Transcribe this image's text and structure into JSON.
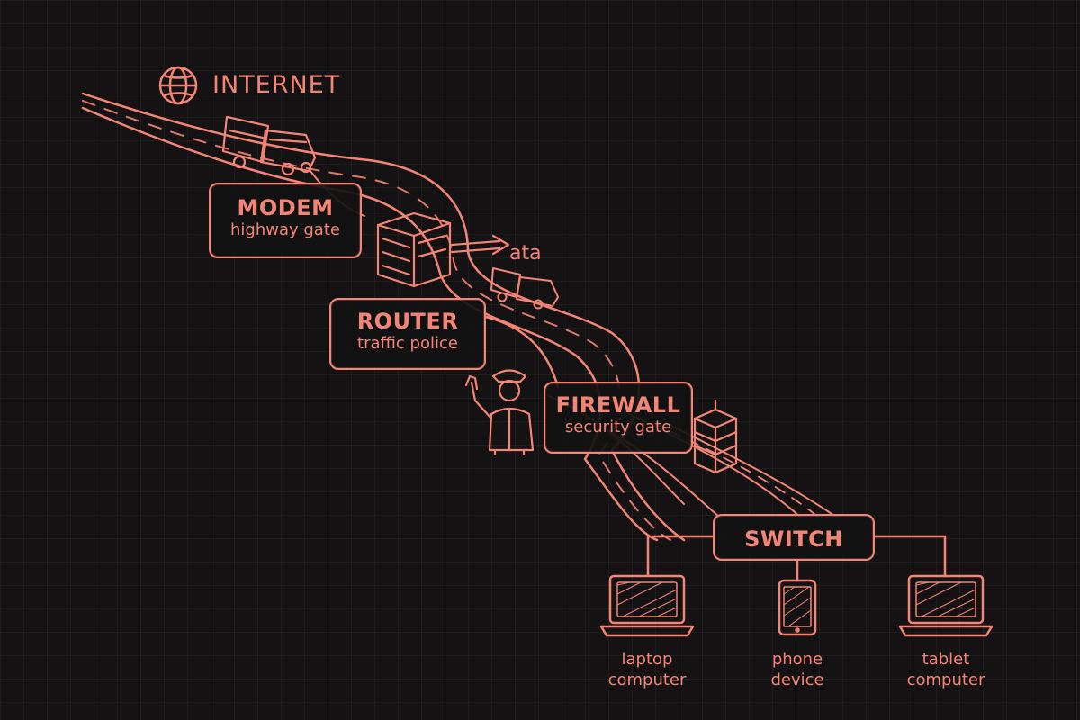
{
  "internet": {
    "label": "INTERNET"
  },
  "modem": {
    "title": "MODEM",
    "subtitle": "highway gate"
  },
  "data_label": "ata",
  "router": {
    "title": "ROUTER",
    "subtitle": "traffic police"
  },
  "firewall": {
    "title": "FIREWALL",
    "subtitle": "security gate"
  },
  "switch": {
    "title": "SWITCH"
  },
  "devices": [
    {
      "line1": "laptop",
      "line2": "computer"
    },
    {
      "line1": "phone",
      "line2": "device"
    },
    {
      "line1": "tablet",
      "line2": "computer"
    }
  ],
  "colors": {
    "accent": "#f38577",
    "background": "#141212"
  }
}
